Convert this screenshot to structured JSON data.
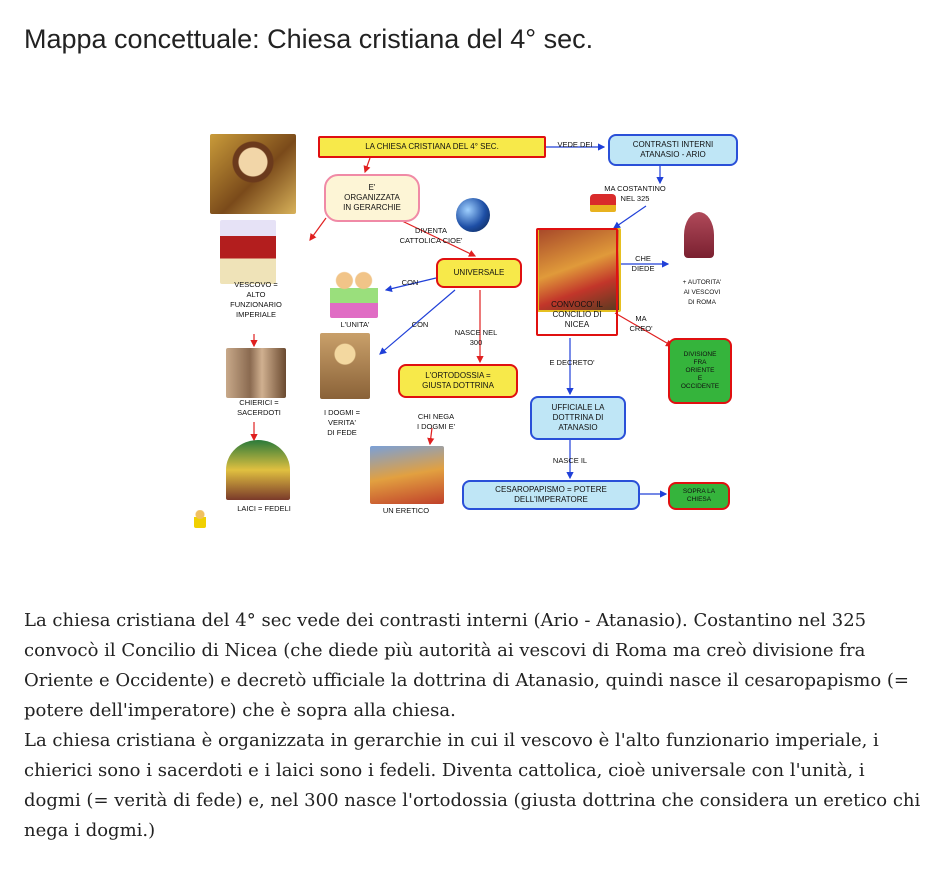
{
  "page": {
    "title": "Mappa concettuale: Chiesa cristiana del 4° sec."
  },
  "map": {
    "nodes": {
      "main": "LA  CHIESA     CRISTIANA    DEL  4°  SEC.",
      "contrasti": "CONTRASTI       INTERNI\nATANASIO   -  ARIO",
      "organizzata": "E'\nORGANIZZATA\nIN   GERARCHIE",
      "universale": "UNIVERSALE",
      "convoco": "CONVOCO'   IL\nCONCILIO   DI\nNICEA",
      "ortodossia": "L'ORTODOSSIA   =\nGIUSTA   DOTTRINA",
      "ufficiale": "UFFICIALE   LA\nDOTTRINA   DI\nATANASIO",
      "cesaropapismo": "CESAROPAPISMO    =  POTERE\nDELL'IMPERATORE",
      "divisione": "DIVISIONE\nFRA\nORIENTE\nE\nOCCIDENTE",
      "sopra": "SOPRA   LA\nCHIESA"
    },
    "labels": {
      "vede_dei": "VEDE  DEI",
      "ma_costantino": "MA    COSTANTINO\nNEL  325",
      "diventa": "DIVENTA\nCATTOLICA    CIOE'",
      "con1": "CON",
      "con2": "CON",
      "unita": "L'UNITA'",
      "nasce_nel": "NASCE   NEL\n300",
      "vescovo": "VESCOVO   =\nALTO\nFUNZIONARIO\nIMPERIALE",
      "che_diede": "CHE\nDIEDE",
      "autorita": "+   AUTORITA'\nAI  VESCOVI\nDI  ROMA",
      "ma_creo": "MA\nCREO'",
      "e_decreto": "E   DECRETO'",
      "chierici": "CHIERICI   =\nSACERDOTI",
      "dogmi": "I  DOGMI   =\nVERITA'\nDI  FEDE",
      "chi_nega": "CHI   NEGA\nI  DOGMI  E'",
      "nasce_il": "NASCE   IL",
      "laici": "LAICI   =   FEDELI",
      "eretico": "UN   ERETICO"
    },
    "pictures": {
      "pantocrator": "christ-pantocrator-mosaic",
      "bishop": "bishop-figure",
      "earth": "globe-earth",
      "women": "two-women-drawing",
      "crown": "crown-icon",
      "council": "council-of-nicaea-painting",
      "mitre": "bishop-mitre",
      "clerics": "clerics-relief",
      "saint": "saint-painting",
      "laity": "laity-crowd-painting",
      "heretic": "heretic-burning-painting",
      "child": "child-figure"
    },
    "colors": {
      "red_border": "#e01010",
      "yellow_fill": "#f7e94a",
      "blue_border": "#2a50d8",
      "light_blue_fill": "#bfe6f6",
      "green_fill": "#35b43c",
      "pink_border": "#f08aa6",
      "cream_fill": "#fdf5d6",
      "arrow_red": "#e02020",
      "arrow_blue": "#2040d8"
    }
  },
  "body": {
    "para1": "La chiesa cristiana del 4° sec vede dei contrasti interni (Ario - Atanasio). Costantino nel 325 convocò il Concilio di Nicea (che diede più autorità ai vescovi di Roma ma creò divisione fra Oriente e Occidente) e decretò ufficiale la dottrina di Atanasio, quindi nasce il cesaropapismo (= potere dell'imperatore) che è sopra alla chiesa.",
    "para2": "La chiesa cristiana è organizzata in gerarchie in cui il vescovo è l'alto funzionario imperiale, i chierici sono i sacerdoti e i laici sono i fedeli. Diventa cattolica, cioè universale con l'unità, i dogmi (= verità di fede) e, nel 300 nasce l'ortodossia (giusta dottrina che considera un eretico chi nega i dogmi.)"
  }
}
